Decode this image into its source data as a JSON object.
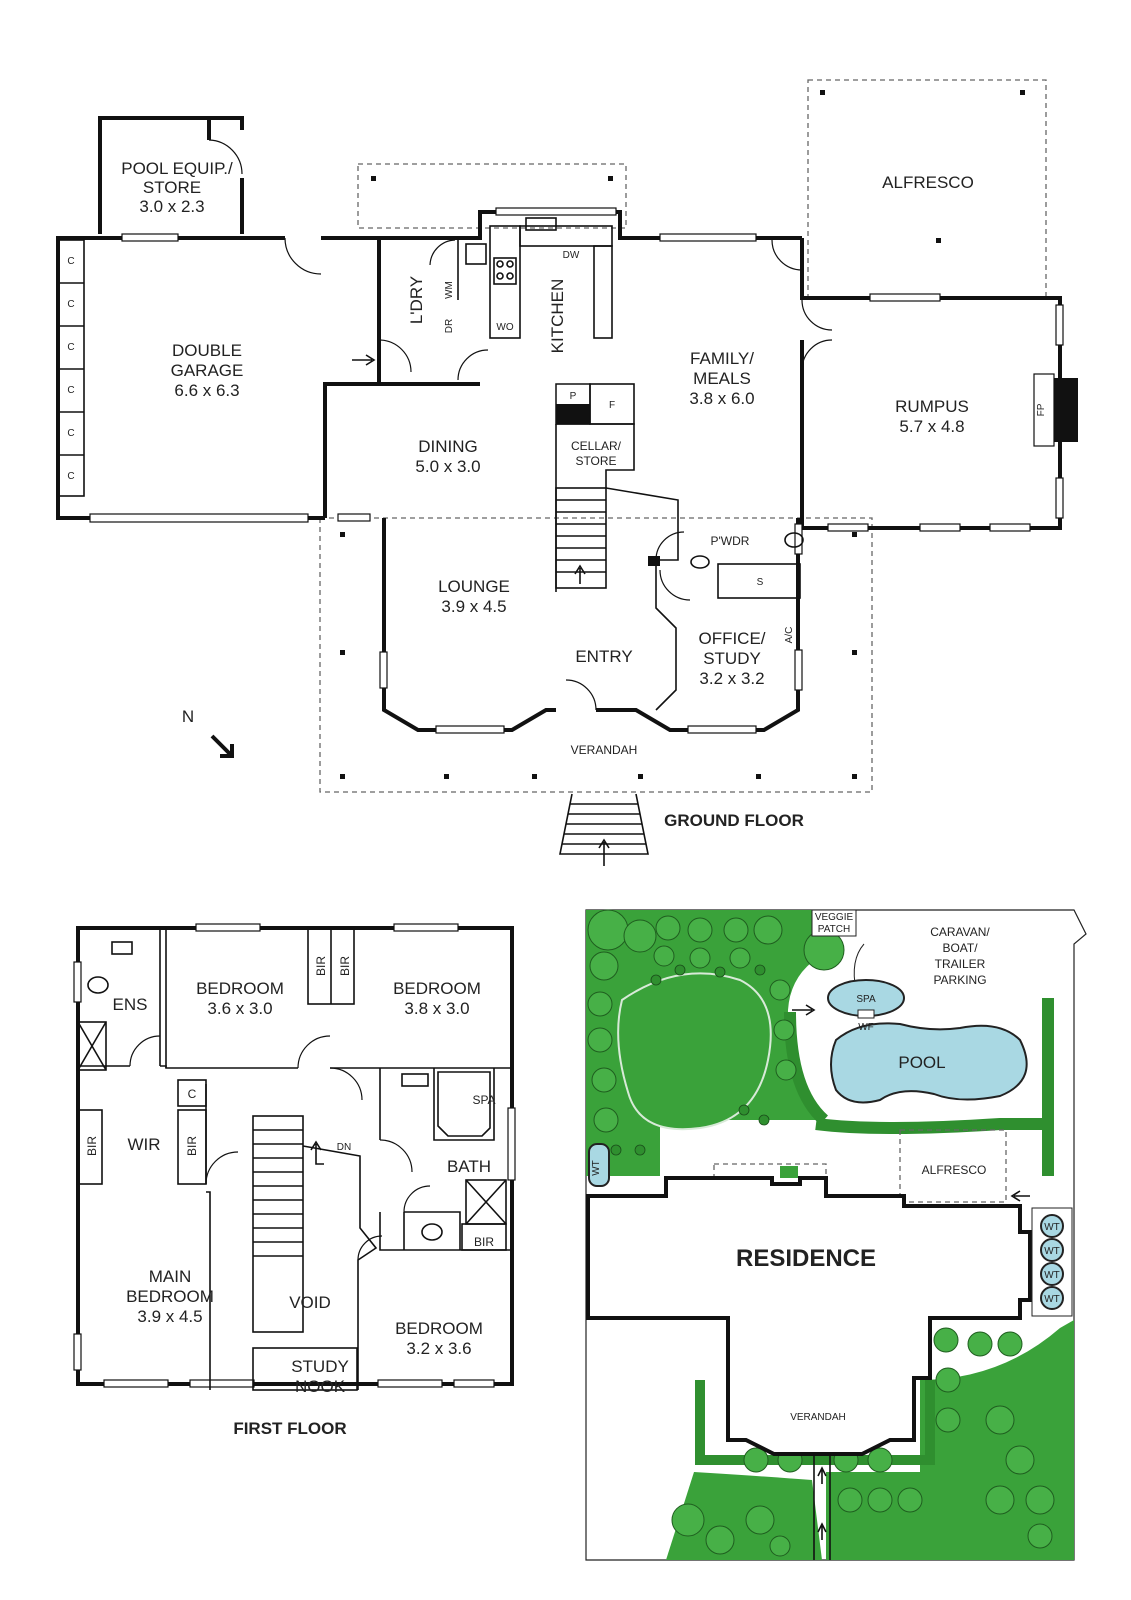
{
  "ground_floor": {
    "title": "GROUND FLOOR",
    "rooms": {
      "pool_equip": "POOL EQUIP./",
      "pool_store": "STORE",
      "pool_size": "3.0 x 2.3",
      "garage": "DOUBLE",
      "garage2": "GARAGE",
      "garage_size": "6.6 x 6.3",
      "laundry": "L'DRY",
      "kitchen": "KITCHEN",
      "family": "FAMILY/",
      "meals": "MEALS",
      "family_size": "3.8 x 6.0",
      "alfresco": "ALFRESCO",
      "rumpus": "RUMPUS",
      "rumpus_size": "5.7 x 4.8",
      "dining": "DINING",
      "dining_size": "5.0 x 3.0",
      "cellar": "CELLAR/",
      "cellar2": "STORE",
      "lounge": "LOUNGE",
      "lounge_size": "3.9 x 4.5",
      "pwdr": "P'WDR",
      "entry": "ENTRY",
      "office": "OFFICE/",
      "study": "STUDY",
      "office_size": "3.2 x 3.2",
      "verandah": "VERANDAH"
    },
    "fixtures": {
      "c": "C",
      "wm": "WM",
      "dr": "DR",
      "wo": "WO",
      "dw": "DW",
      "p": "P",
      "f": "F",
      "fp": "FP",
      "s": "S",
      "ac": "A/C"
    },
    "compass": "N"
  },
  "first_floor": {
    "title": "FIRST FLOOR",
    "rooms": {
      "ens": "ENS",
      "bed1": "BEDROOM",
      "bed1_size": "3.6 x 3.0",
      "bed2": "BEDROOM",
      "bed2_size": "3.8 x 3.0",
      "bir": "BIR",
      "wir": "WIR",
      "c": "C",
      "spa": "SPA",
      "dn": "DN",
      "bath": "BATH",
      "main": "MAIN",
      "main2": "BEDROOM",
      "main_size": "3.9 x 4.5",
      "void": "VOID",
      "bed3": "BEDROOM",
      "bed3_size": "3.2 x 3.6",
      "study": "STUDY",
      "nook": "NOOK"
    }
  },
  "site": {
    "veggie": "VEGGIE",
    "patch": "PATCH",
    "caravan": "CARAVAN/",
    "boat": "BOAT/",
    "trailer": "TRAILER",
    "parking": "PARKING",
    "spa": "SPA",
    "wf": "WF",
    "pool": "POOL",
    "wt": "WT",
    "alfresco": "ALFRESCO",
    "residence": "RESIDENCE",
    "verandah": "VERANDAH"
  }
}
